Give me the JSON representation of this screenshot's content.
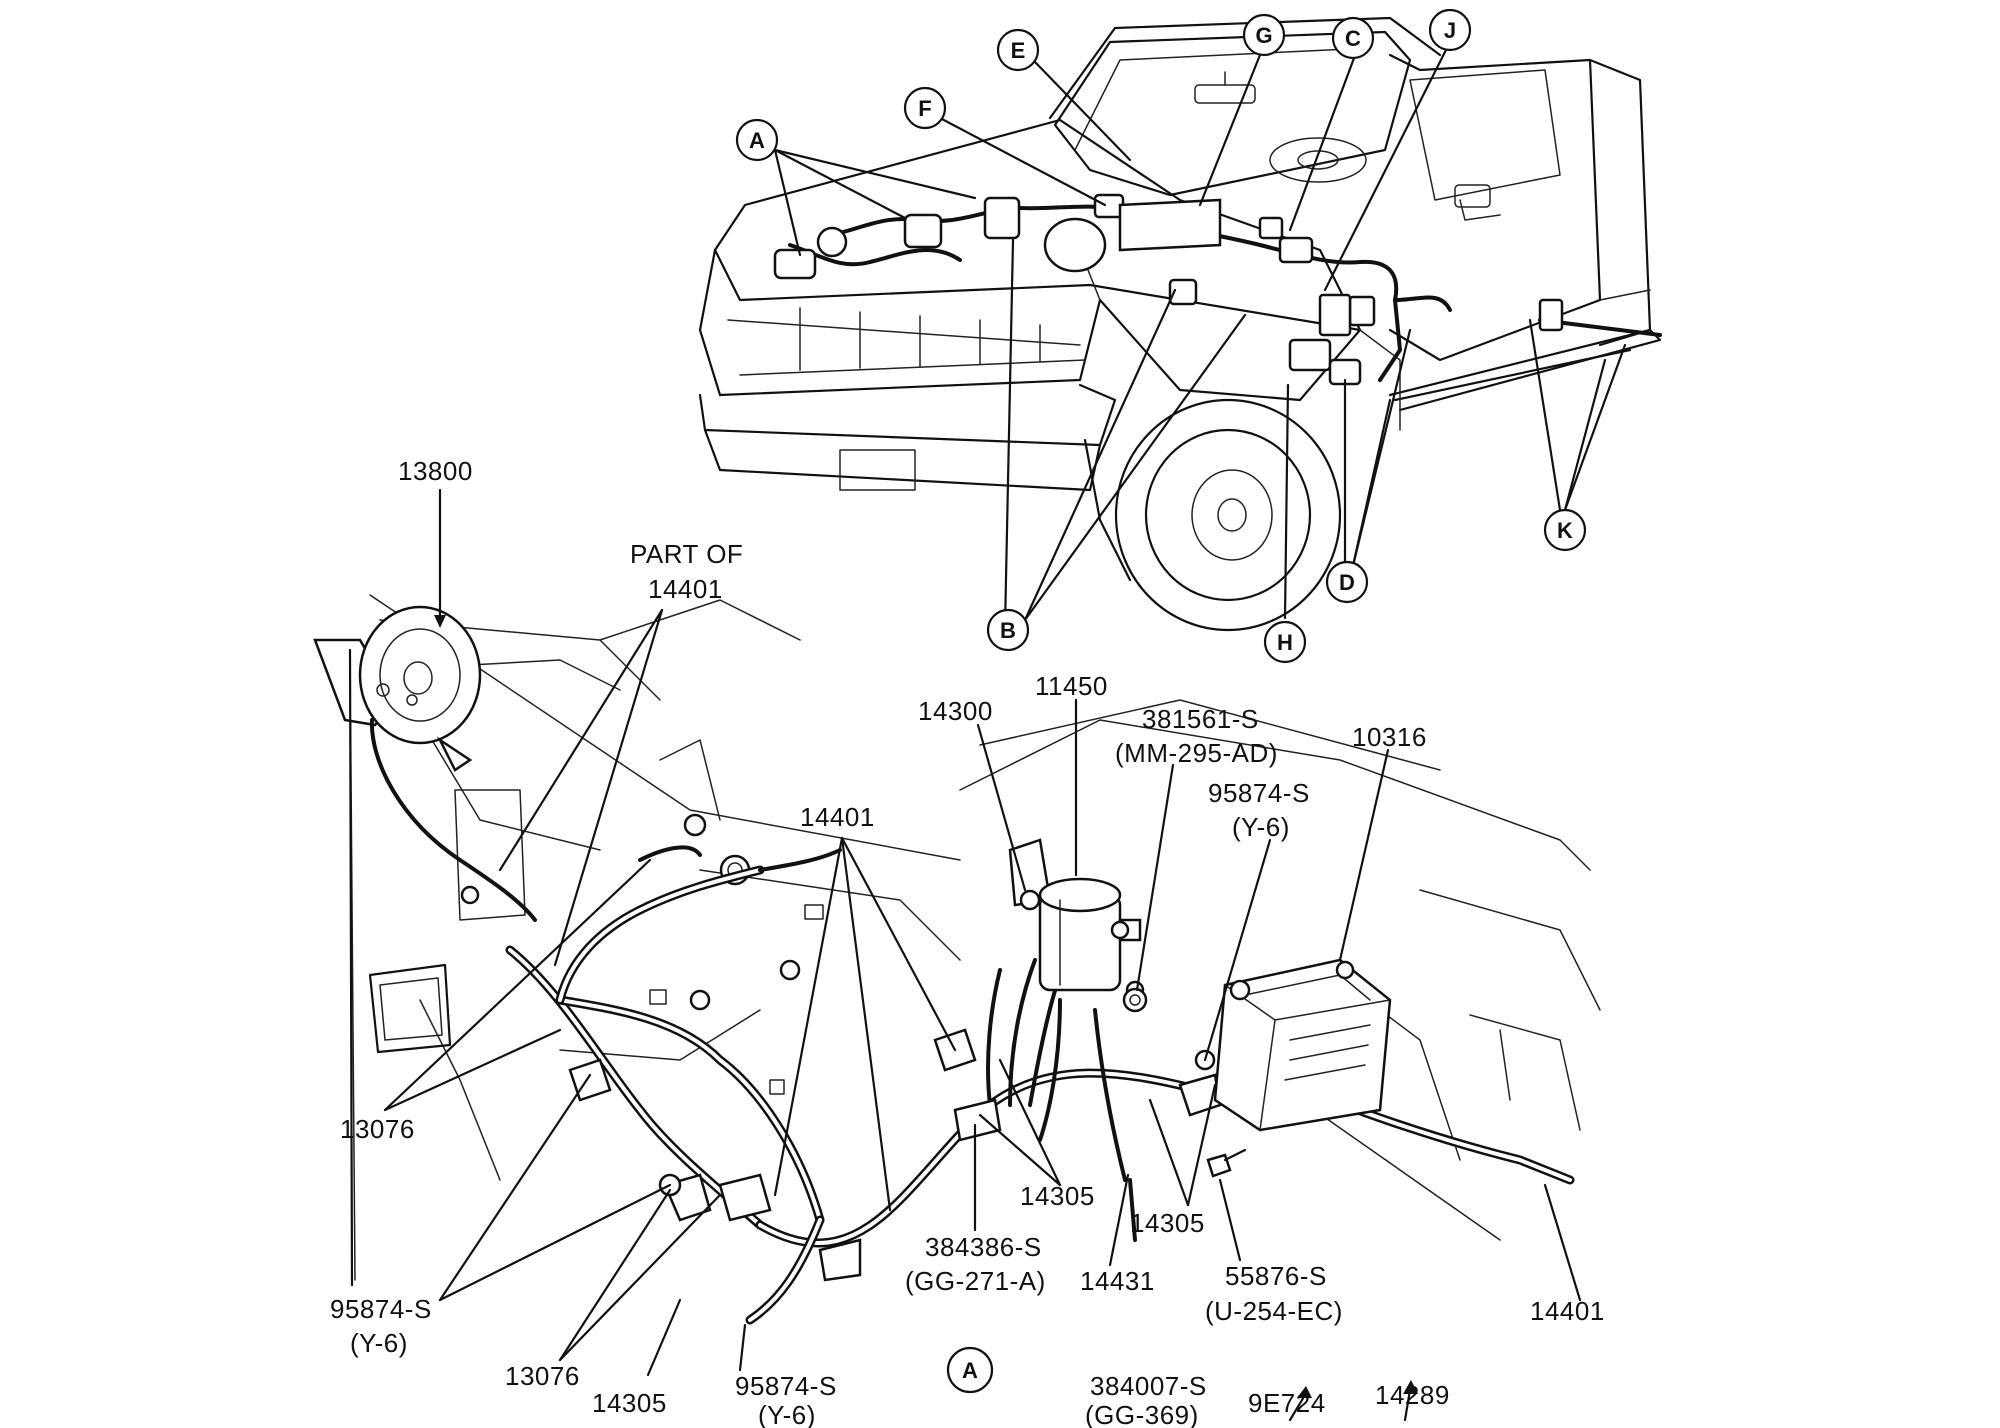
{
  "truck_callouts": {
    "A": "A",
    "B": "B",
    "C": "C",
    "D": "D",
    "E": "E",
    "F": "F",
    "G": "G",
    "H": "H",
    "J": "J",
    "K": "K"
  },
  "detail_callout": "A",
  "labels": {
    "l13800": "13800",
    "part_of_1": "PART OF",
    "part_of_2": "14401",
    "l14300": "14300",
    "l11450": "11450",
    "l381561_1": "381561-S",
    "l381561_2": "(MM-295-AD)",
    "l10316": "10316",
    "l95874_top_1": "95874-S",
    "l95874_top_2": "(Y-6)",
    "l14401_mid": "14401",
    "l13076_upper": "13076",
    "l14305_mid": "14305",
    "l14305_right": "14305",
    "l384386_1": "384386-S",
    "l384386_2": "(GG-271-A)",
    "l14431": "14431",
    "l55876_1": "55876-S",
    "l55876_2": "(U-254-EC)",
    "l14401_right": "14401",
    "l95874_left_1": "95874-S",
    "l95874_left_2": "(Y-6)",
    "l13076_lower": "13076",
    "l14305_low": "14305",
    "l95874_low_1": "95874-S",
    "l95874_low_2": "(Y-6)",
    "l384007_1": "384007-S",
    "l384007_2": "(GG-369)",
    "l9E724": "9E724",
    "l14289": "14289"
  }
}
